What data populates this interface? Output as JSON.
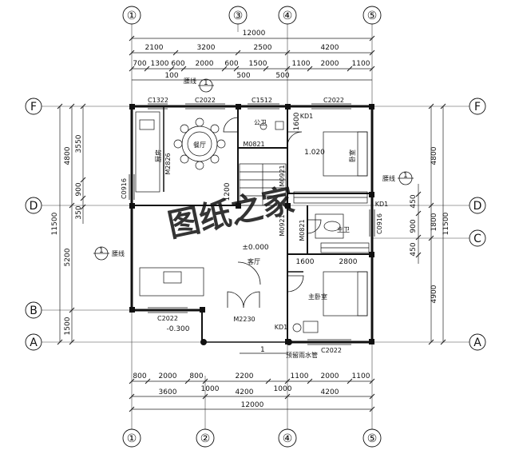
{
  "axes": {
    "top": [
      "①",
      "③",
      "④",
      "⑤"
    ],
    "bottom": [
      "①",
      "②",
      "④",
      "⑤"
    ],
    "left": [
      "F",
      "D",
      "B",
      "A"
    ],
    "right": [
      "F",
      "D",
      "C",
      "A"
    ]
  },
  "top_dims": {
    "total": "12000",
    "row2": [
      "2100",
      "3200",
      "2500",
      "4200"
    ],
    "row3": [
      "700",
      "1300",
      "600",
      "2000",
      "600",
      "1500",
      "1100",
      "2000",
      "1100"
    ],
    "row4": [
      "100",
      "500",
      "500"
    ]
  },
  "bottom_dims": {
    "row1": [
      "800",
      "2000",
      "800",
      "2200",
      "1100",
      "2000",
      "1100"
    ],
    "row2": [
      "3600",
      "1000",
      "4200",
      "1000",
      "4200"
    ],
    "total": "12000"
  },
  "left_dims": {
    "total": "11500",
    "outer": [
      "4800",
      "5200",
      "1500"
    ],
    "inner": [
      "3550",
      "900",
      "350"
    ]
  },
  "right_dims": {
    "total": "11500",
    "outer": [
      "4800",
      "1800",
      "4900"
    ],
    "inner": [
      "450",
      "900",
      "450"
    ]
  },
  "rooms": {
    "dining": "餐厅",
    "kitchen": "厨房",
    "bath": "公卫",
    "bedroom": "卧室",
    "living": "客厅",
    "master_bath": "主卫",
    "master_bedroom": "主卧室"
  },
  "codes": {
    "c1322": "C1322",
    "c2022_top_left": "C2022",
    "c1512": "C1512",
    "c2022_top_right": "C2022",
    "m2826": "M2826",
    "m0821_upper": "M0821",
    "m0921_upper": "M0921",
    "c0916_left": "C0916",
    "m0921_lower": "M0921",
    "m0821_lower": "M0821",
    "c0916_right": "C0916",
    "m2230": "M2230",
    "c2022_bottom_left": "C2022",
    "c2022_bottom_right": "C2022",
    "kd1_top": "KD1",
    "kd1_bottom": "KD1",
    "kd1_right": "KD1"
  },
  "labels": {
    "section_mark": "1",
    "waist_line": "腰线",
    "floor_level": "±0.000",
    "porch_level": "-0.300",
    "bedroom_level": "1.020",
    "stair_dim": "1200",
    "inner_dim_1600_top": "1600",
    "inner_dim_1600": "1600",
    "inner_dim_2800": "2800",
    "drain_label": "预留雨水管"
  },
  "watermark": "图纸之家"
}
